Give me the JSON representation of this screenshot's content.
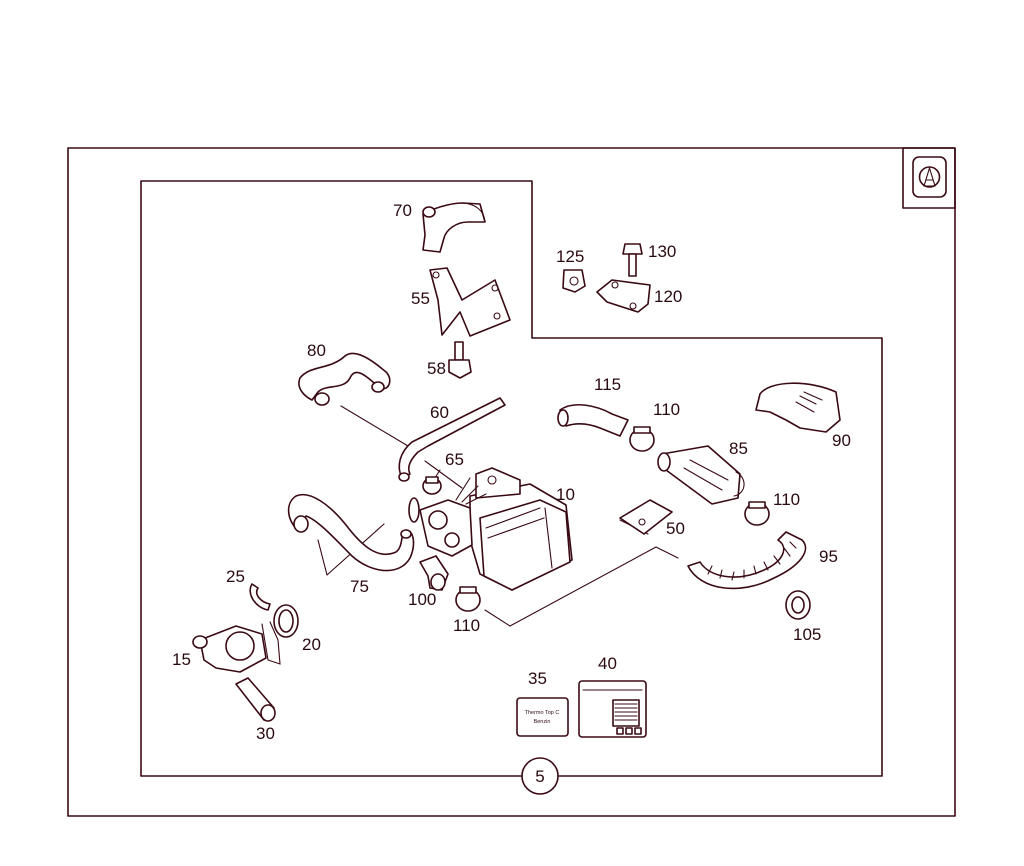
{
  "diagram": {
    "page_number": "5",
    "callouts": {
      "p10": "10",
      "p15": "15",
      "p20": "20",
      "p25": "25",
      "p30": "30",
      "p35": "35",
      "p40": "40",
      "p50": "50",
      "p55": "55",
      "p58": "58",
      "p60": "60",
      "p65": "65",
      "p70": "70",
      "p75": "75",
      "p80": "80",
      "p85": "85",
      "p90": "90",
      "p95": "95",
      "p100": "100",
      "p105": "105",
      "p110a": "110",
      "p110b": "110",
      "p110c": "110",
      "p115": "115",
      "p120": "120",
      "p125": "125",
      "p130": "130"
    },
    "label_35_text": [
      "Thermo Top C",
      "Benzin"
    ],
    "corner_icon": "heater-symbol-icon",
    "colors": {
      "line": "#3a0a14",
      "background": "#ffffff"
    }
  }
}
